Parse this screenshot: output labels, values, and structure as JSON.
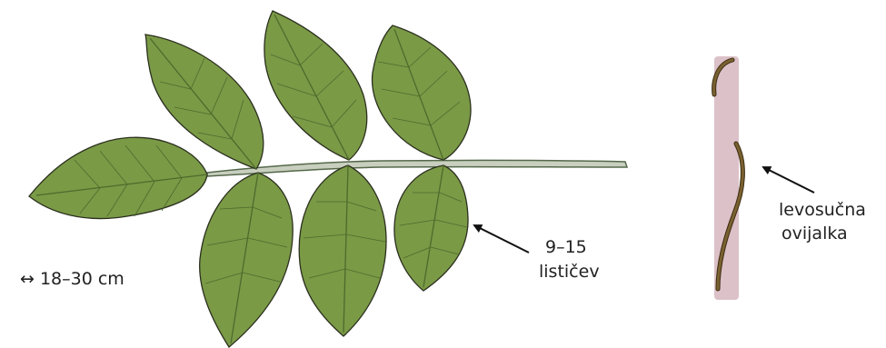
{
  "labels": {
    "size": "↔ 18–30 cm",
    "leaflets_count": "9–15",
    "leaflets_word": "lističev",
    "tendril_line1": "levosučna",
    "tendril_line2": "ovijalka"
  },
  "colors": {
    "leaf_fill": "#7a9a46",
    "leaf_outline": "#2b2f1e",
    "vein": "#4f6a2c",
    "stem_fill": "#c8cfbf",
    "stem_outline": "#55684a",
    "tendril": "#7a6130",
    "tendril_outline": "#3b2c12",
    "arrow": "#111111",
    "text": "#222222"
  }
}
